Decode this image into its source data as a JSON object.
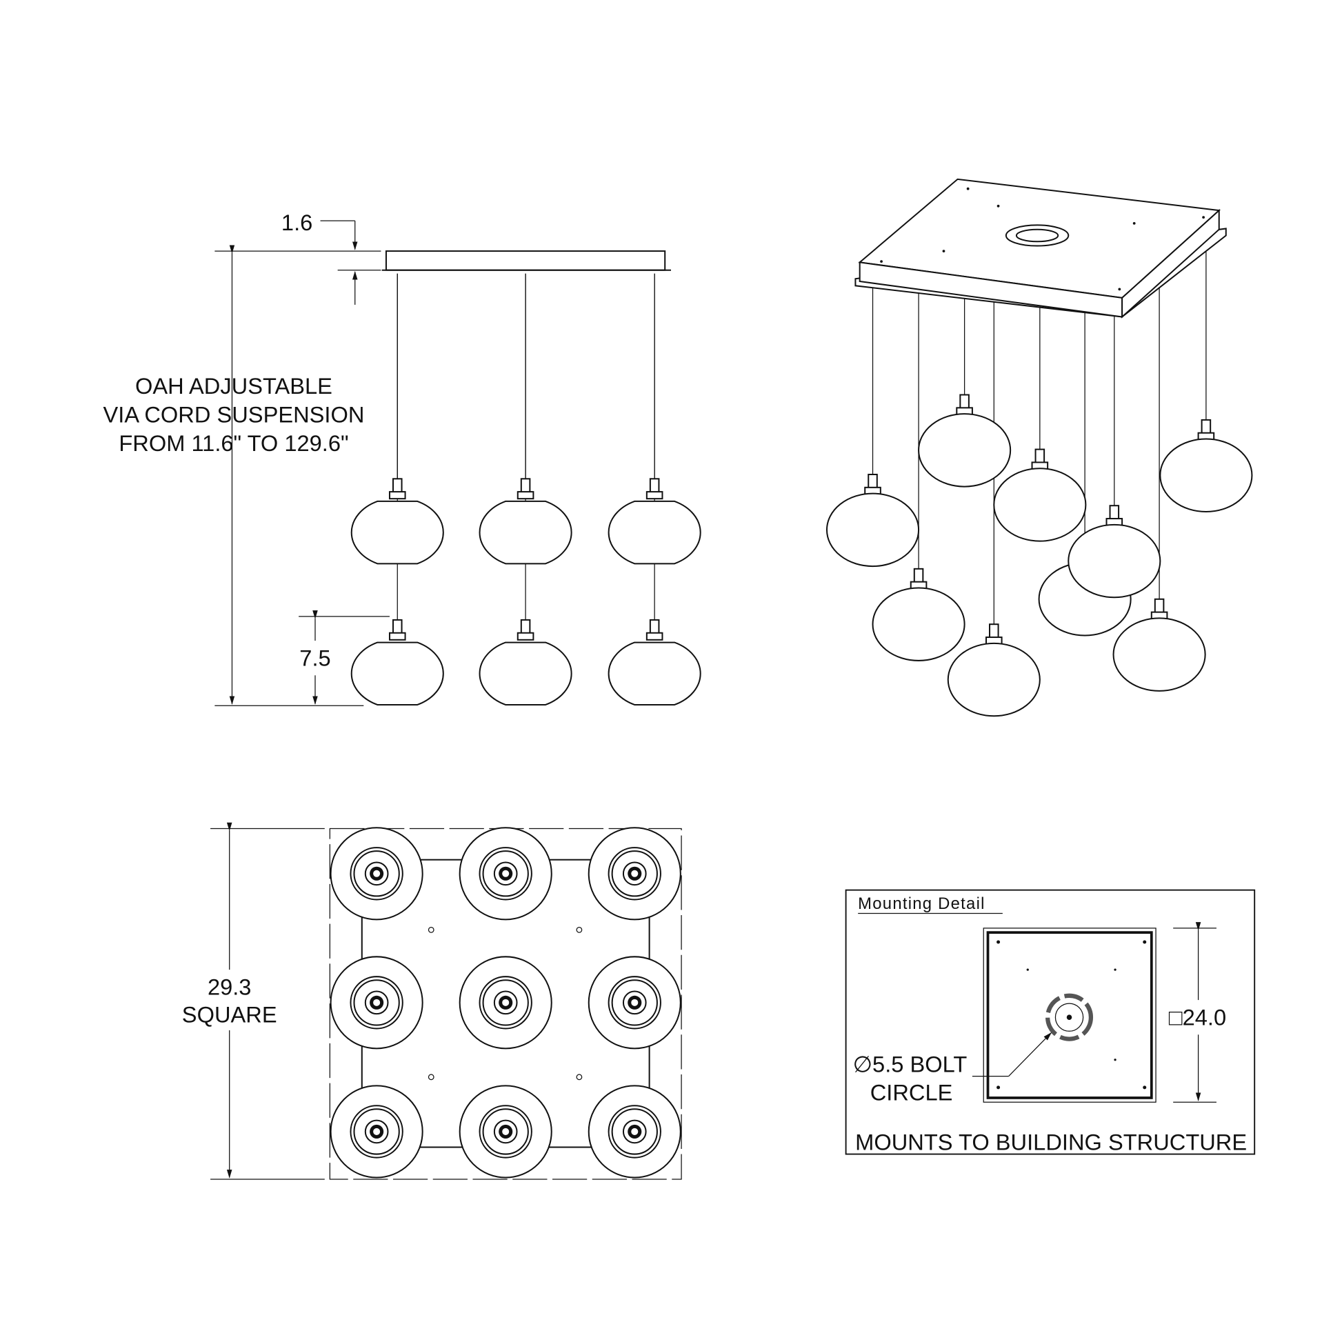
{
  "front_view": {
    "top_dim": "1.6",
    "oah_note": [
      "OAH ADJUSTABLE",
      "VIA CORD SUSPENSION",
      "FROM 11.6\" TO 129.6\""
    ],
    "globe_dim": "7.5"
  },
  "plan_view": {
    "size_dim": "29.3",
    "size_note": "SQUARE"
  },
  "mounting_detail": {
    "title": "Mounting  Detail",
    "plate_dim": "□24.0",
    "bolt_circle": [
      "∅5.5 BOLT",
      "CIRCLE"
    ],
    "note": "MOUNTS TO BUILDING STRUCTURE"
  }
}
